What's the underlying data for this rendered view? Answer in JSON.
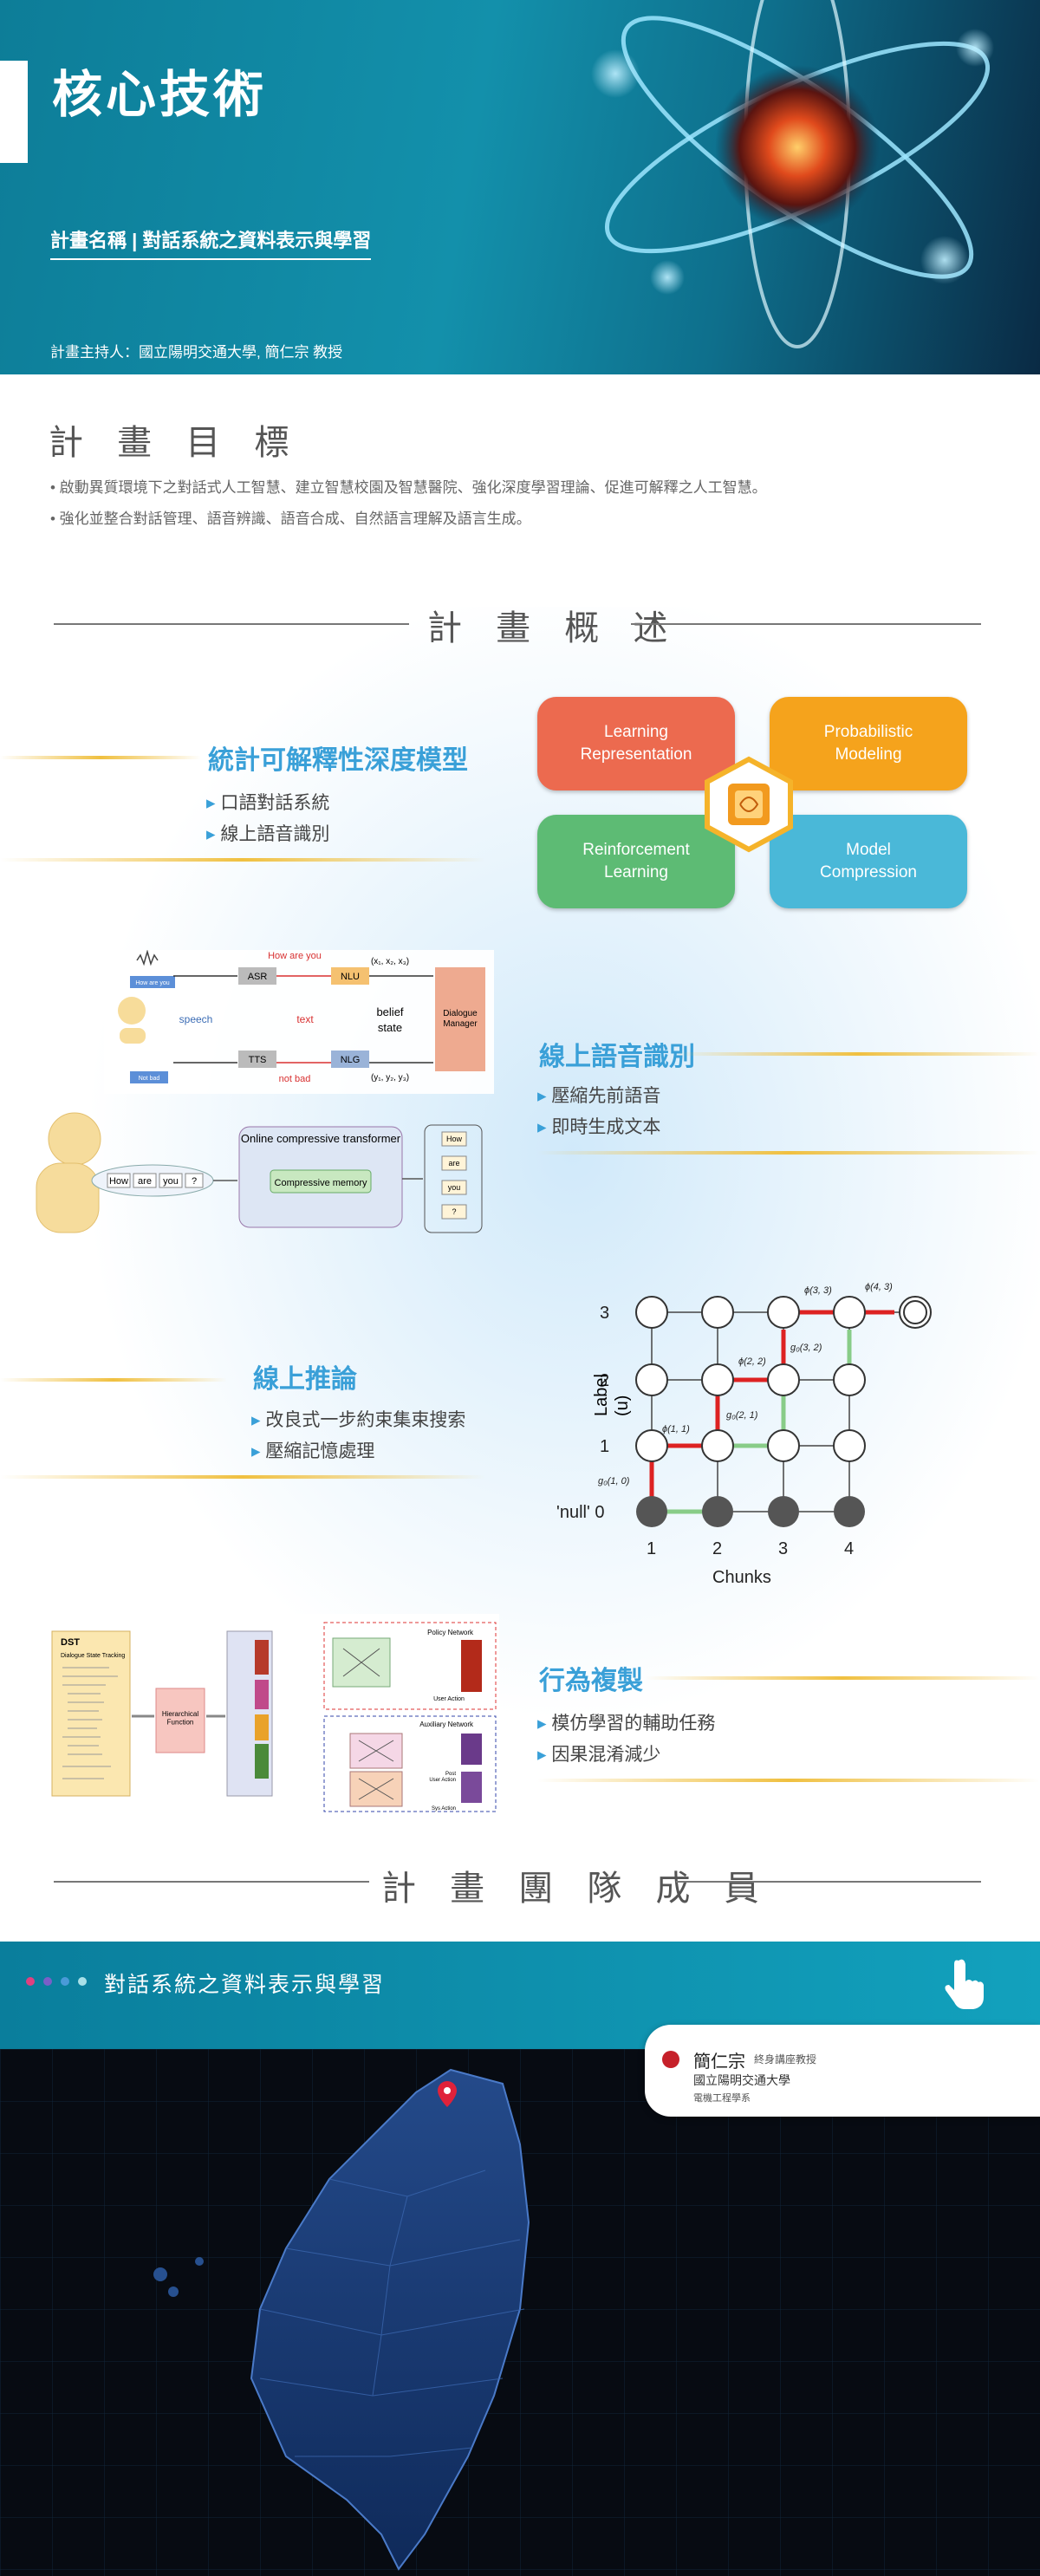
{
  "hero": {
    "title": "核心技術",
    "project_name": "計畫名稱 | 對話系統之資料表示與學習",
    "pi": "計畫主持人：國立陽明交通大學, 簡仁宗 教授"
  },
  "objectives": {
    "heading": "計 畫 目 標",
    "items": [
      "• 啟動異質環境下之對話式人工智慧、建立智慧校園及智慧醫院、強化深度學習理論、促進可解釋之人工智慧。",
      "• 強化並整合對話管理、語音辨識、語音合成、自然語言理解及語言生成。"
    ]
  },
  "overview": {
    "heading": "計 畫 概 述",
    "bubbles": [
      {
        "label": "Learning\nRepresentation",
        "color": "#ec6a4f"
      },
      {
        "label": "Probabilistic\nModeling",
        "color": "#f5a31c"
      },
      {
        "label": "Reinforcement\nLearning",
        "color": "#5dbb74"
      },
      {
        "label": "Model\nCompression",
        "color": "#4ab8d8"
      }
    ],
    "features": [
      {
        "title": "統計可解釋性深度模型",
        "items": [
          "口語對話系統",
          "線上語音識別"
        ]
      },
      {
        "title": "線上語音識別",
        "items": [
          "壓縮先前語音",
          "即時生成文本"
        ]
      },
      {
        "title": "線上推論",
        "items": [
          "改良式一步約束集束搜索",
          "壓縮記憶處理"
        ]
      },
      {
        "title": "行為複製",
        "items": [
          "模仿學習的輔助任務",
          "因果混淆減少"
        ]
      }
    ]
  },
  "dialog_fig": {
    "how_are_you": "How are you",
    "asr": "ASR",
    "nlu": "NLU",
    "tts": "TTS",
    "nlg": "NLG",
    "speech": "speech",
    "text": "text",
    "belief": "belief",
    "state": "state",
    "dm": "Dialogue\nManager",
    "not_bad": "not bad",
    "not_bad_box": "Not bad",
    "xs": "(x₁, x₂, x₃)",
    "ys": "(y₁, y₂, y₃)",
    "hay_small": "How are you"
  },
  "compress_fig": {
    "title": "Online compressive transformer",
    "memory": "Compressive memory",
    "tokens_in": [
      "How",
      "are",
      "you",
      "?"
    ],
    "tokens_out": [
      "How",
      "are",
      "you",
      "?"
    ]
  },
  "lattice_fig": {
    "ylabel": "Label\n(u)",
    "xlabel": "Chunks",
    "y_ticks": [
      "3",
      "2",
      "1",
      "'null'  0"
    ],
    "x_ticks": [
      "1",
      "2",
      "3",
      "4"
    ],
    "phi_labels": [
      "ϕ(3, 3)",
      "ϕ(4, 3)",
      "ϕ(2, 2)",
      "ϕ(1, 1)",
      "g₀(3, 2)",
      "g₀(2, 1)",
      "g₀(1, 0)"
    ]
  },
  "bc_fig": {
    "dst": "DST",
    "dst_sub": "Dialogue State Tracking",
    "hier": "Hierarchical\nFunction",
    "policy": "Policy Network",
    "aux": "Auxiliary Network",
    "user_act": "User Action",
    "post": "Post\nUser Action",
    "sys_act": "Sys Action"
  },
  "team": {
    "heading": "計 畫 團 隊 成 員",
    "bar_title": "對話系統之資料表示與學習",
    "member_name": "簡仁宗",
    "member_title": "終身講座教授",
    "member_org": "國立陽明交通大學",
    "member_dept": "電機工程學系"
  }
}
